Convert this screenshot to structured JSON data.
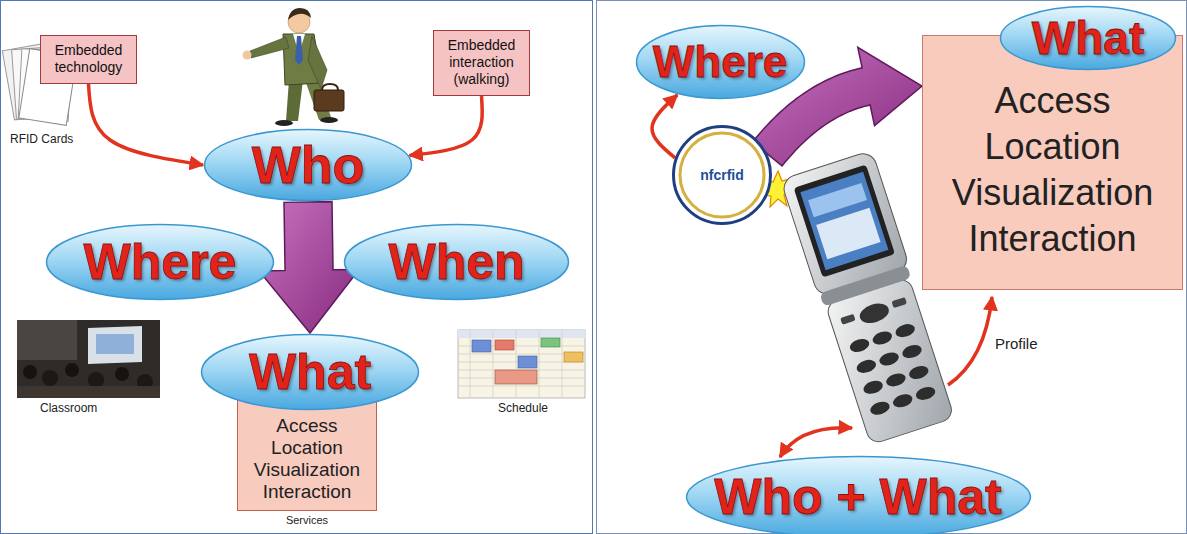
{
  "diagram": {
    "nodes": [
      {
        "text": [
          "Embedded technology"
        ]
      },
      {
        "text": [
          "Embedded interaction (walking)"
        ]
      },
      {
        "text": [
          "Who"
        ]
      },
      {
        "text": [
          "Where"
        ]
      },
      {
        "text": [
          "When"
        ]
      },
      {
        "text": [
          "What"
        ]
      },
      {
        "text": [
          "Access Location Visualization Interaction",
          "Services"
        ]
      },
      {
        "text": [
          "Where"
        ]
      },
      {
        "text": [
          "What"
        ]
      },
      {
        "text": [
          "Access Location Visualization Interaction"
        ]
      },
      {
        "text": [
          "nfcrfid"
        ]
      },
      {
        "text": [
          "Who + What"
        ]
      }
    ],
    "edges": [
      {
        "from": 0,
        "to": 2,
        "arrow": "to"
      },
      {
        "from": 1,
        "to": 2,
        "arrow": "to"
      },
      {
        "from": 2,
        "to": 5,
        "arrow": "to"
      },
      {
        "from": 10,
        "to": 7,
        "arrow": "to"
      },
      {
        "from": 10,
        "to": 9,
        "arrow": "to"
      }
    ],
    "labels": [
      "RFID Cards",
      "Classroom",
      "Schedule",
      "Profile"
    ]
  }
}
